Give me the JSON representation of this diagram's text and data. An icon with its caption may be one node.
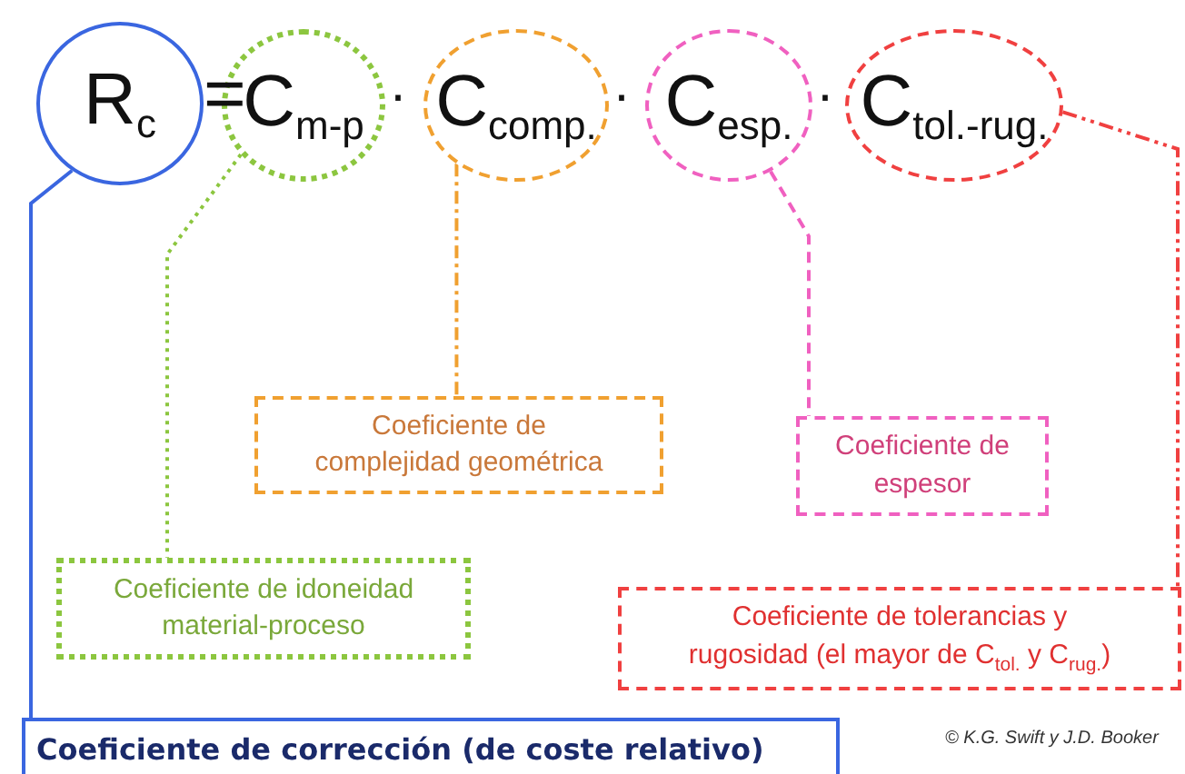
{
  "diagram": {
    "nodes": [
      {
        "text": [
          "R$_{c}$"
        ]
      },
      {
        "text": [
          "C$_{m-p}$"
        ]
      },
      {
        "text": [
          "C$_{comp.}$"
        ]
      },
      {
        "text": [
          "C$_{esp.}$"
        ]
      },
      {
        "text": [
          "C$_{tol.-rug.}$"
        ]
      },
      {
        "text": [
          "Coeficiente de complejidad geométrica"
        ]
      },
      {
        "text": [
          "Coeficiente de espesor"
        ]
      },
      {
        "text": [
          "Coeficiente de idoneidad material-proceso"
        ]
      },
      {
        "text": [
          "Coeficiente de tolerancias y rugosidad (el mayor de C$_{tol.}$ y C$_{rug.}$)"
        ]
      },
      {
        "text": [
          "Coeficiente de corrección (de coste relativo)"
        ]
      }
    ],
    "edges": [
      {
        "from": 0,
        "to": 9,
        "arrow": "none",
        "color": "#3a66e0"
      },
      {
        "from": 1,
        "to": 7,
        "arrow": "none",
        "style": "dashed",
        "color": "#8cc63f"
      },
      {
        "from": 2,
        "to": 5,
        "arrow": "none",
        "style": "dashed",
        "color": "#f0a030"
      },
      {
        "from": 3,
        "to": 6,
        "arrow": "none",
        "style": "dashed",
        "color": "#f060c0"
      },
      {
        "from": 4,
        "to": 8,
        "arrow": "none",
        "style": "dashed",
        "color": "#f04040"
      }
    ],
    "labels": [
      "=",
      "·",
      "·",
      "·",
      "© K.G. Swift y J.D. Booker"
    ]
  }
}
